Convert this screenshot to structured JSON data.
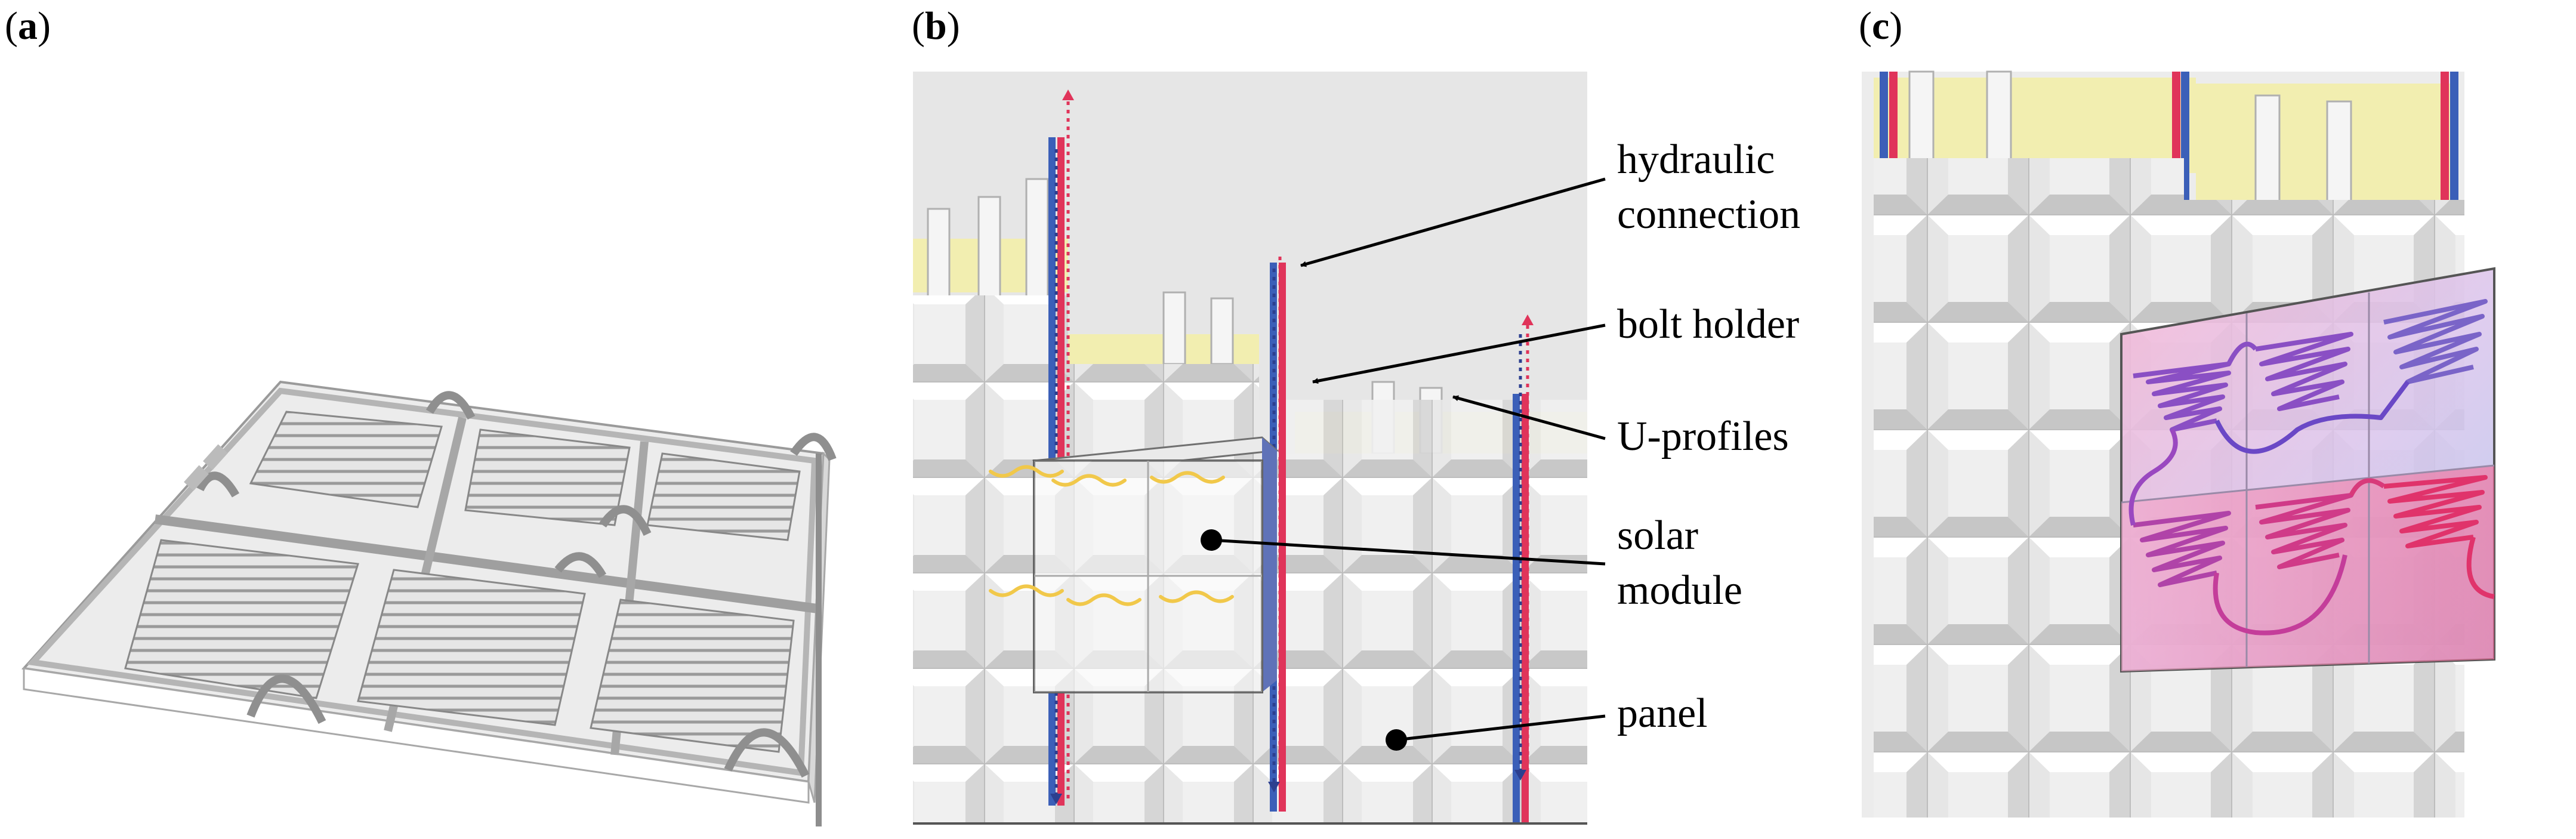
{
  "panels": {
    "a": {
      "letter": "a"
    },
    "b": {
      "letter": "b"
    },
    "c": {
      "letter": "c"
    }
  },
  "callouts": {
    "hydraulic_1": "hydraulic",
    "hydraulic_2": "connection",
    "bolt_holder": "bolt holder",
    "u_profiles": "U-profiles",
    "solar_1": "solar",
    "solar_2": "module",
    "panel": "panel"
  },
  "colors": {
    "pipe_red": "#e0345a",
    "pipe_blue": "#3b5fb8",
    "insulation": "#f2eeb0",
    "channel_purple": "#8a4fc4",
    "channel_pink": "#e0336b"
  }
}
